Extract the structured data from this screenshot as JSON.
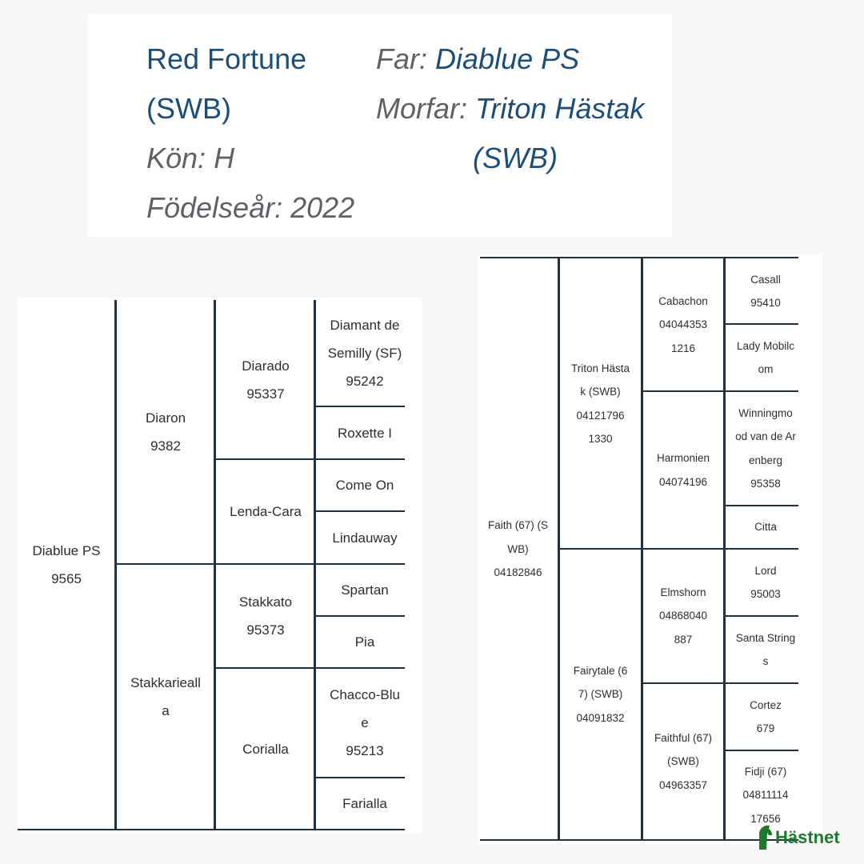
{
  "header": {
    "name_line1": "Red Fortune",
    "name_line2": "(SWB)",
    "gender_label": "Kön:",
    "gender_value": "H",
    "birth_label": "Födelseår:",
    "birth_value": "2022",
    "sire_label": "Far:",
    "sire_value": "Diablue PS",
    "dam_sire_label": "Morfar:",
    "dam_sire_line1": "Triton Hästak",
    "dam_sire_line2": "(SWB)"
  },
  "left_pedigree": {
    "g1": "Diablue PS\n9565",
    "g2": [
      "Diaron\n9382",
      "Stakkarieall\na"
    ],
    "g3": [
      "Diarado\n95337",
      "Lenda-Cara",
      "Stakkato\n95373",
      "Corialla"
    ],
    "g4": [
      "Diamant de\nSemilly (SF)\n95242",
      "Roxette I",
      "Come On",
      "Lindauway",
      "Spartan",
      "Pia",
      "Chacco-Blu\ne\n95213",
      "Farialla"
    ]
  },
  "right_pedigree": {
    "g1": "Faith (67) (S\nWB)\n04182846",
    "g2": [
      "Triton Hästa\nk (SWB)\n04121796\n1330",
      "Fairytale (6\n7) (SWB)\n04091832"
    ],
    "g3": [
      "Cabachon\n04044353\n1216",
      "Harmonien\n04074196",
      "Elmshorn\n04868040\n887",
      "Faithful (67)\n(SWB)\n04963357"
    ],
    "g4": [
      "Casall\n95410",
      "Lady Mobilc\nom",
      "Winningmo\nod van de Ar\nenberg\n95358",
      "Citta",
      "Lord\n95003",
      "Santa String\ns",
      "Cortez\n679",
      "Fidji (67)\n04811114\n17656"
    ]
  },
  "logo": {
    "text": "Hästnet",
    "icon": "horse-head-icon",
    "color": "#1d7a2c"
  }
}
